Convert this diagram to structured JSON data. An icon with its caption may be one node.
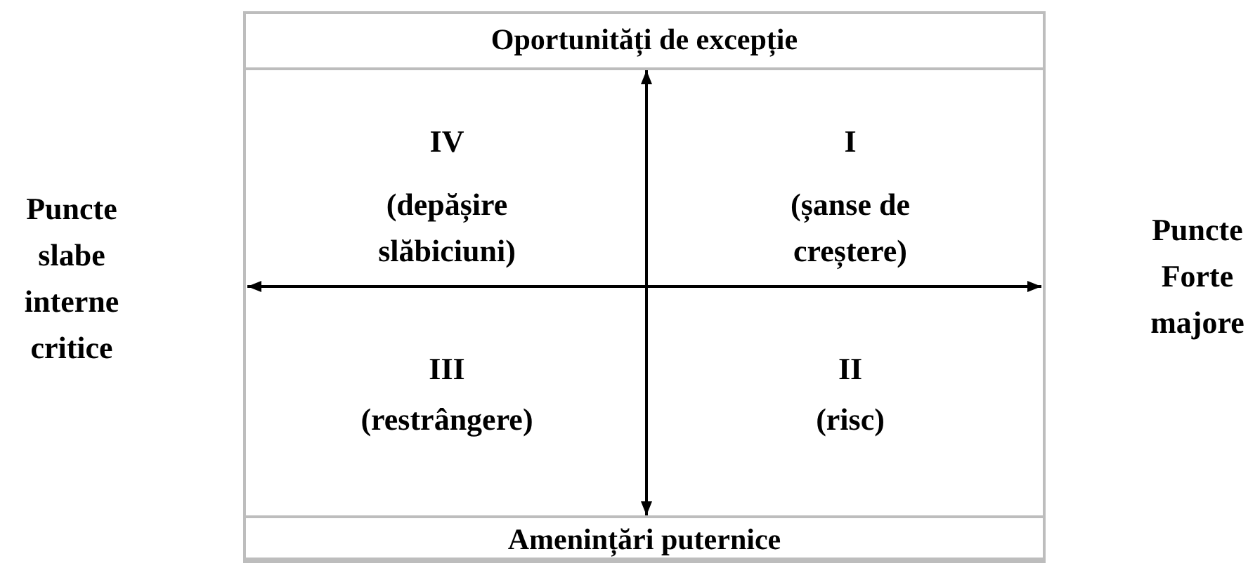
{
  "diagram": {
    "nodes": [
      {
        "text": [],
        "shape": "box"
      },
      {
        "text": [
          "Oportunități de excepție"
        ],
        "in": 0
      },
      {
        "text": [
          "Amenințări puternice"
        ],
        "in": 0
      }
    ],
    "edges": [
      {
        "from": 2,
        "to": 1,
        "arrow": "both"
      }
    ],
    "labels": [
      "Puncte slabe interne critice",
      "IV",
      "(depășire slăbiciuni)",
      "I",
      "(șanse de creștere)",
      "Puncte Forte majore",
      "III",
      "(restrângere)",
      "II",
      "(risc)"
    ]
  }
}
